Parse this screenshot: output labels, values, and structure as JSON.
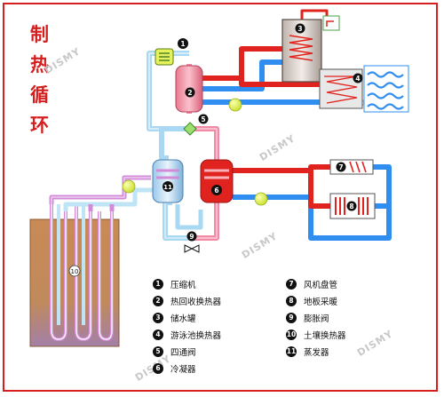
{
  "title": [
    "制",
    "热",
    "循",
    "环"
  ],
  "watermark": "DISMY",
  "colors": {
    "hot": "#e0231e",
    "cold": "#2f8ef0",
    "refrigerant_hot": "#f28aa6",
    "refrigerant_cold": "#a8d8f2",
    "ground_loop": "#d38ad8",
    "frame": "#d51f1f",
    "soil": "#c98a55"
  },
  "component_labels": {
    "compressor": "1",
    "heat_recovery_exchanger": "2",
    "storage_tank": "3",
    "pool_exchanger": "4",
    "four_way_valve": "5",
    "condenser": "6",
    "fan_coil": "7",
    "floor_heating": "8",
    "expansion_valve": "9",
    "ground_exchanger": "10",
    "evaporator": "11"
  },
  "legend": [
    {
      "num": "1",
      "label": "压缩机"
    },
    {
      "num": "2",
      "label": "热回收换热器"
    },
    {
      "num": "3",
      "label": "储水罐"
    },
    {
      "num": "4",
      "label": "游泳池换热器"
    },
    {
      "num": "5",
      "label": "四通阀"
    },
    {
      "num": "6",
      "label": "冷凝器"
    },
    {
      "num": "7",
      "label": "风机盘管"
    },
    {
      "num": "8",
      "label": "地板采暖"
    },
    {
      "num": "9",
      "label": "膨胀阀"
    },
    {
      "num": "10",
      "label": "土壤换热器"
    },
    {
      "num": "11",
      "label": "蒸发器"
    }
  ]
}
